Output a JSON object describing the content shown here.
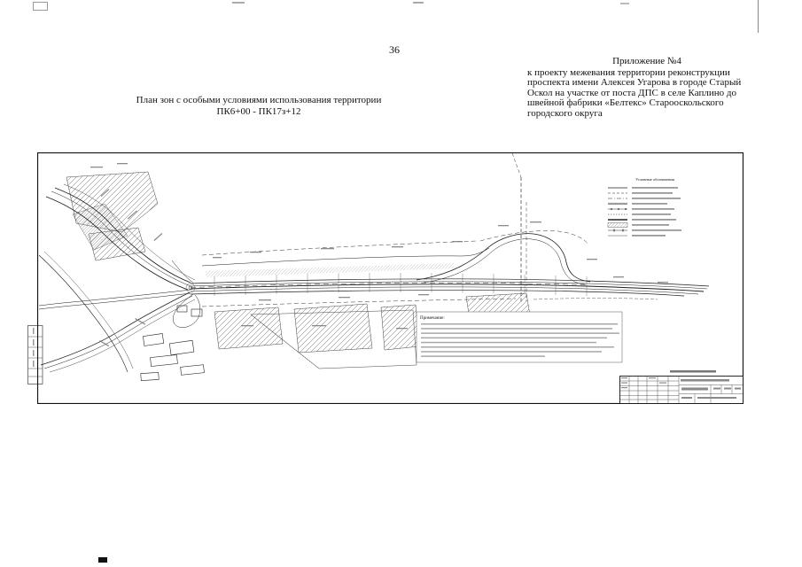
{
  "page": {
    "number": "36"
  },
  "appendix": {
    "title": "Приложение №4",
    "body_lines": [
      "к проекту межевания территории реконструкции",
      "проспекта имени Алексея Угарова в городе Старый",
      "Оскол на участке от поста ДПС в селе Каплино до",
      "швейной фабрики «Белтекс» Старооскольского",
      "городского округа"
    ]
  },
  "plan_title": {
    "line1": "План зон с особыми условиями использования территории",
    "line2": "ПК6+00 - ПК17з+12"
  },
  "drawing": {
    "legend_title": "Условные обозначения",
    "notes_title": "Примечание:"
  },
  "colors": {
    "ink": "#1c1c1c",
    "faded_text_bar": "#999999",
    "paper": "#ffffff"
  }
}
